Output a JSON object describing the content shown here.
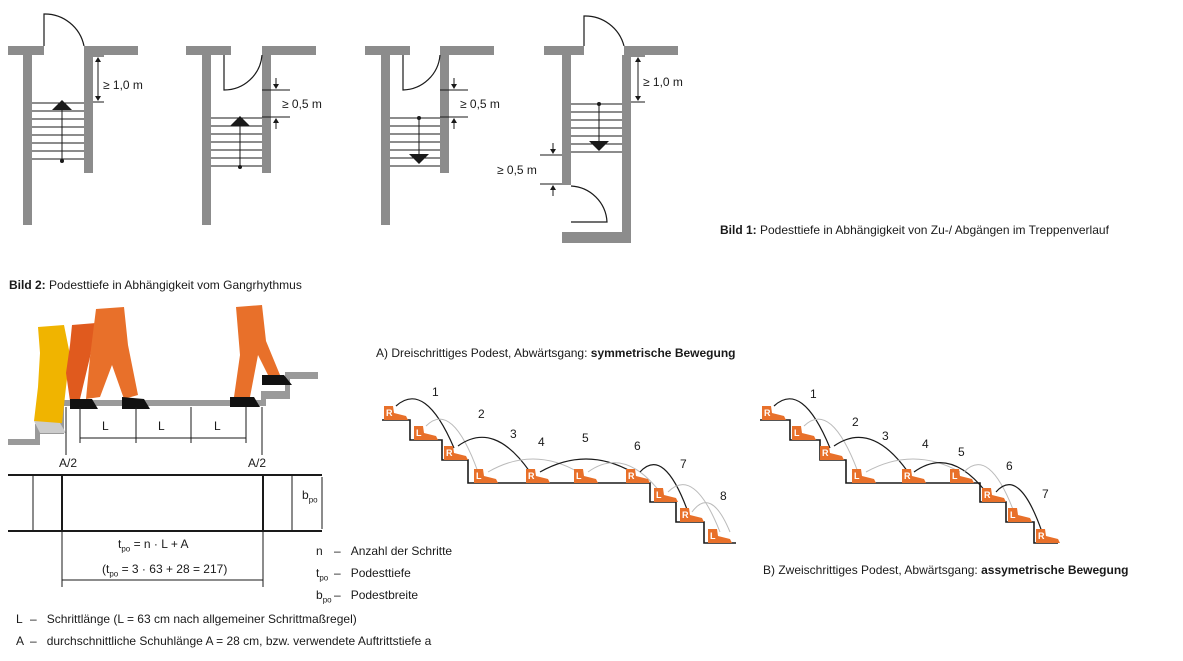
{
  "bild1": {
    "caption_bold": "Bild 1:",
    "caption_text": " Podesttiefe in Abhängigkeit von Zu-/ Abgängen im Treppenverlauf",
    "dim_1m": "≥ 1,0 m",
    "dim_05m": "≥ 0,5 m"
  },
  "bild2": {
    "caption_bold": "Bild 2:",
    "caption_text": " Podesttiefe in Abhängigkeit vom Gangrhythmus",
    "step_label": "L",
    "half_a": "A/2",
    "b_main": "b",
    "b_sub": "po",
    "formula": {
      "t": "t",
      "sub": "po",
      "rest": " = n · L + A"
    },
    "example": {
      "open": "(t",
      "sub": "po",
      "rest": " = 3 · 63 + 28 = 217)"
    },
    "legend": [
      {
        "sym": "n",
        "sub": "",
        "text": "Anzahl der Schritte"
      },
      {
        "sym": "t",
        "sub": "po",
        "text": "Podesttiefe"
      },
      {
        "sym": "b",
        "sub": "po",
        "text": "Podestbreite"
      }
    ],
    "def_L": {
      "sym": "L",
      "text": "Schrittlänge (L = 63 cm nach allgemeiner Schrittmaßregel)"
    },
    "def_A": {
      "sym": "A",
      "text": "durchschnittliche Schuhlänge A = 28 cm,  bzw. verwendete Auftrittstiefe a"
    },
    "dash": "–"
  },
  "diagA": {
    "caption_text": "A) Dreischrittiges Podest, Abwärtsgang: ",
    "caption_bold": "symmetrische Bewegung",
    "step_numbers": [
      "1",
      "2",
      "3",
      "4",
      "5",
      "6",
      "7",
      "8"
    ]
  },
  "diagB": {
    "caption_text": "B) Zweischrittiges Podest, Abwärtsgang: ",
    "caption_bold": "assymetrische Bewegung",
    "step_numbers": [
      "1",
      "2",
      "3",
      "4",
      "5",
      "6",
      "7"
    ]
  },
  "foot_labels": {
    "right": "R",
    "left": "L"
  },
  "colors": {
    "wall": "#8c8c8c",
    "orange": "#e8702a",
    "yellow": "#f0b400",
    "shoe": "#e8702a",
    "shoe_dark": "#222222",
    "line": "#1a1a1a",
    "arc_light": "#bbbbbb"
  }
}
